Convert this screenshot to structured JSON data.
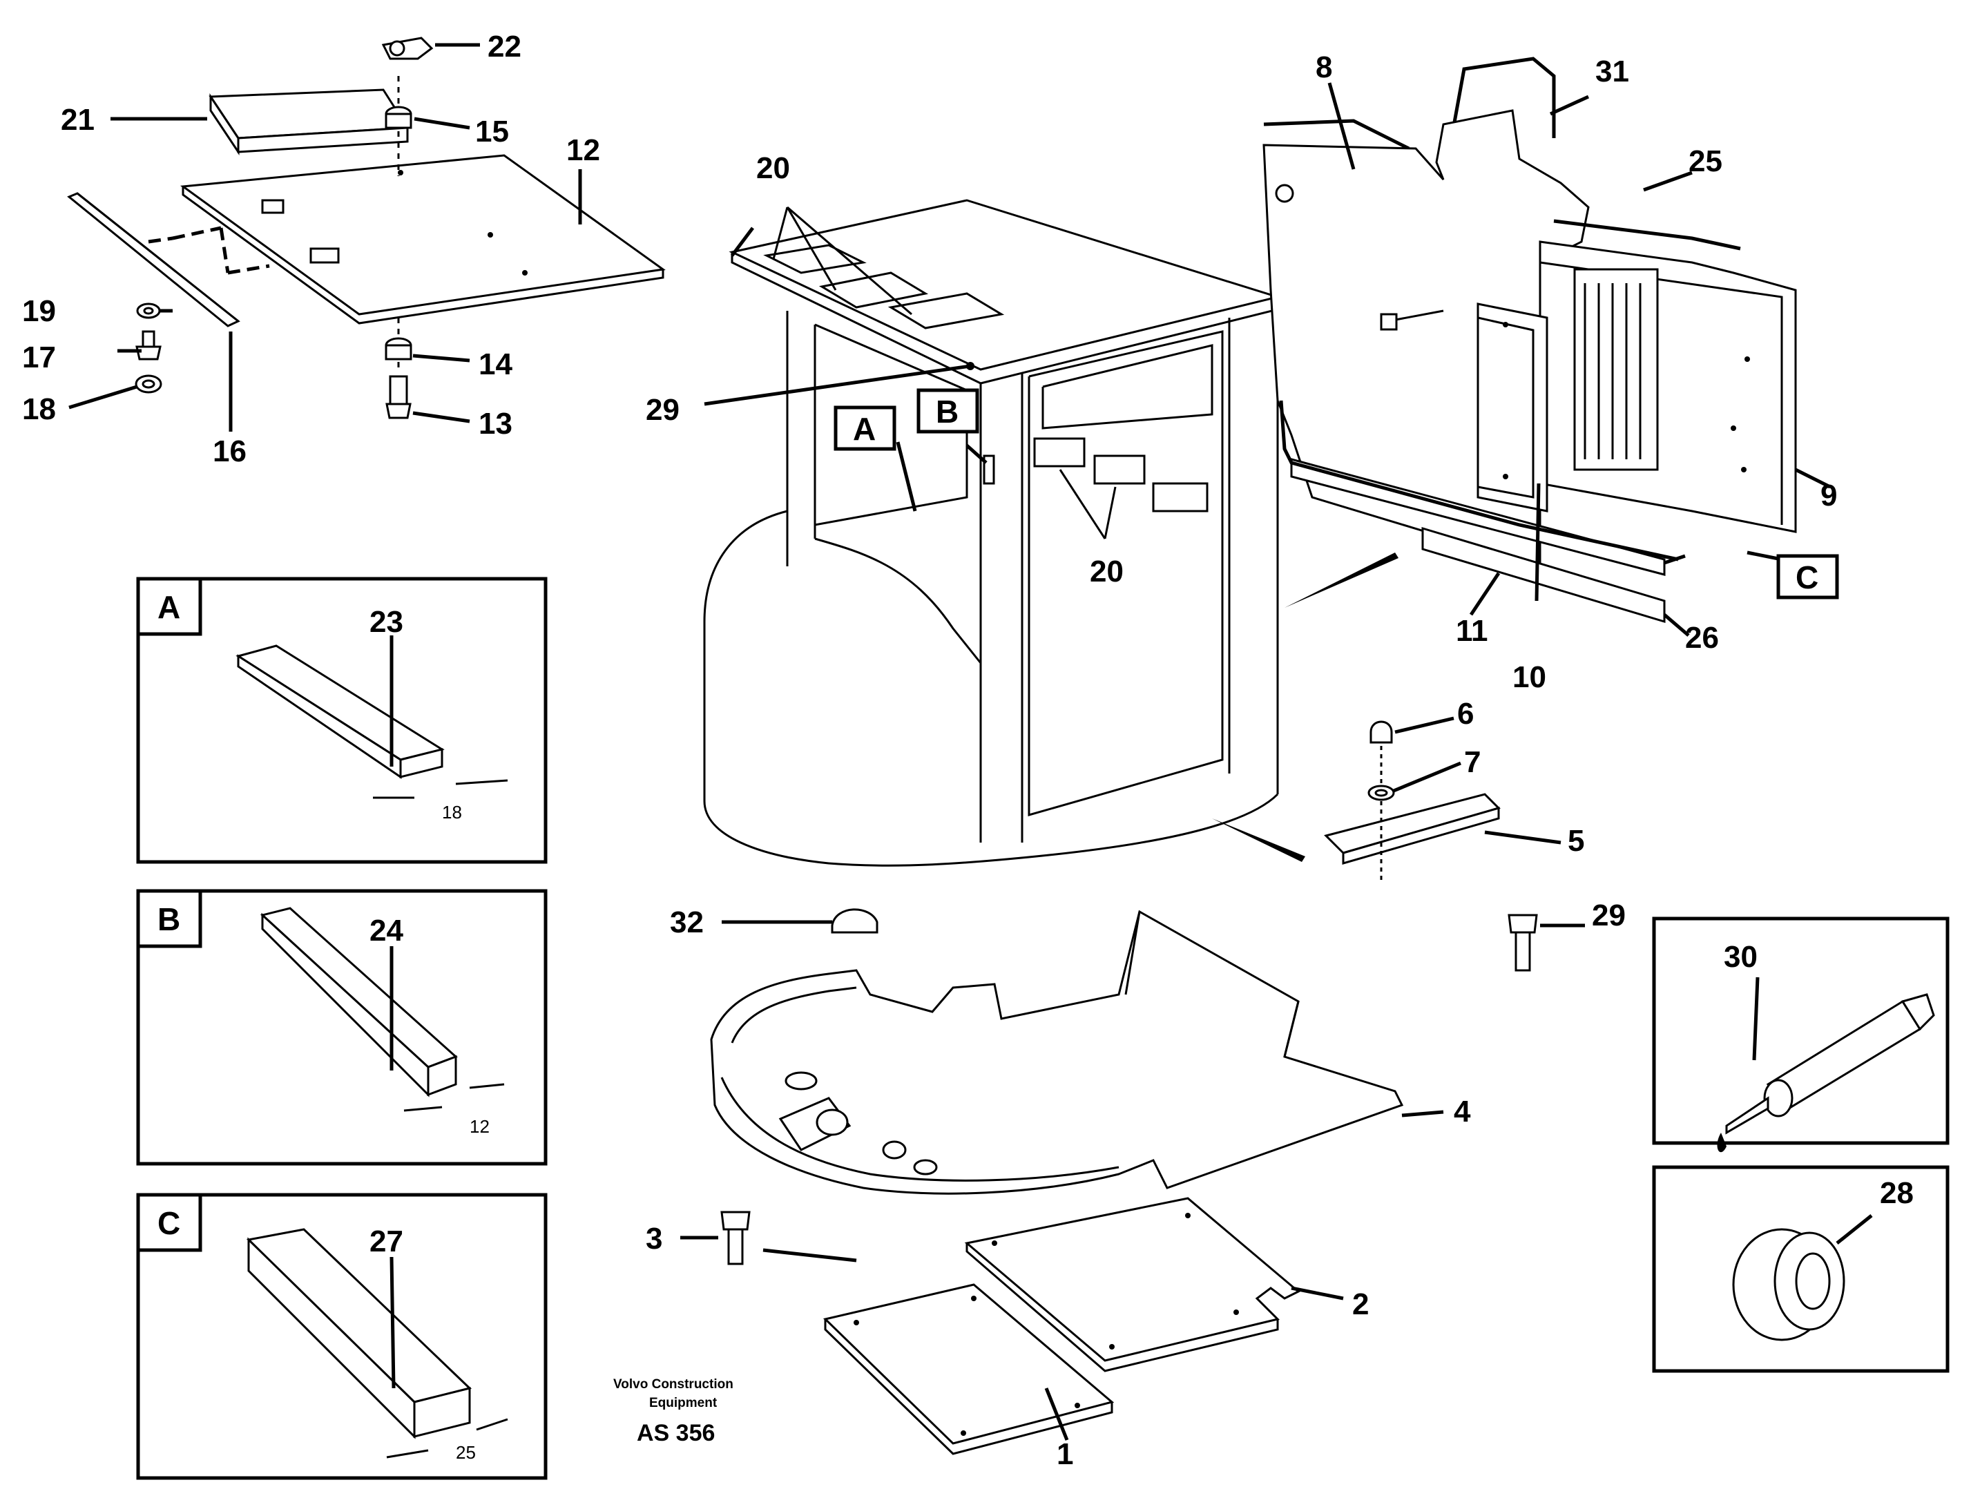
{
  "diagram": {
    "callouts": [
      "1",
      "2",
      "3",
      "4",
      "5",
      "6",
      "7",
      "8",
      "9",
      "10",
      "11",
      "12",
      "13",
      "14",
      "15",
      "16",
      "17",
      "18",
      "19",
      "20",
      "21",
      "22",
      "23",
      "24",
      "25",
      "26",
      "27",
      "28",
      "29",
      "30",
      "31",
      "32"
    ],
    "view_letters": [
      "A",
      "B",
      "C"
    ],
    "detail_views": [
      {
        "letter": "A",
        "part": "23",
        "dimension": "18"
      },
      {
        "letter": "B",
        "part": "24",
        "dimension": "12"
      },
      {
        "letter": "C",
        "part": "27",
        "dimension": "25"
      }
    ],
    "credit": {
      "company_line1": "Volvo Construction",
      "company_line2": "Equipment",
      "drawing_number": "AS 356"
    }
  }
}
